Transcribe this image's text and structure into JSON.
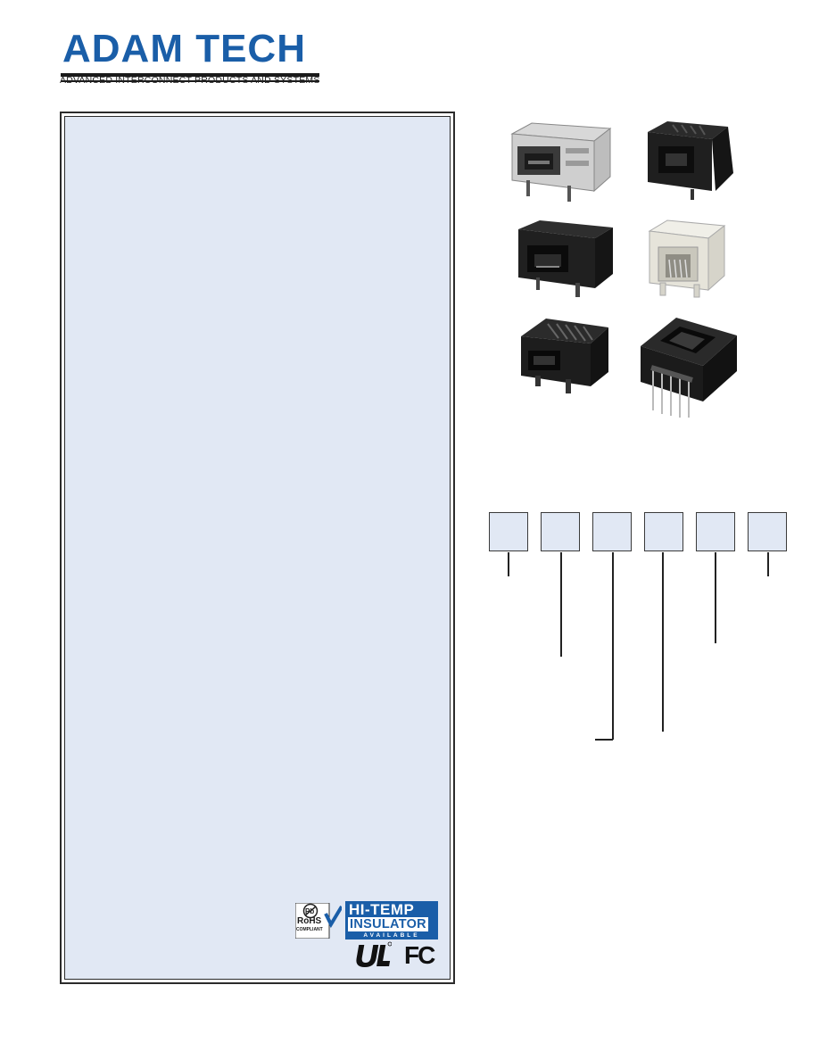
{
  "header": {
    "logo_text": "ADAM TECH",
    "tagline": "ADVANCED INTERCONNECT PRODUCTS AND SYSTEMS",
    "brand_color": "#1a5ea8"
  },
  "badges": {
    "rohs_label": "RoHS",
    "rohs_compliant": "COMPLIANT",
    "pb_symbol": "Pb",
    "hitemp_line1": "HI-TEMP",
    "hitemp_line2": "INSULATOR",
    "hitemp_line3": "AVAILABLE",
    "fc_label": "FC"
  },
  "colors": {
    "panel_fill": "#e1e8f4",
    "accent": "#1a5ea8"
  },
  "photos": [
    {
      "name": "shielded-rj45-jack",
      "icon": "connector-photo"
    },
    {
      "name": "black-rj11-jack-vertical",
      "icon": "connector-photo"
    },
    {
      "name": "black-rj45-jack",
      "icon": "connector-photo"
    },
    {
      "name": "white-rj11-jack",
      "icon": "connector-photo"
    },
    {
      "name": "black-low-profile-jack",
      "icon": "connector-photo"
    },
    {
      "name": "black-top-entry-jack",
      "icon": "connector-photo"
    }
  ]
}
